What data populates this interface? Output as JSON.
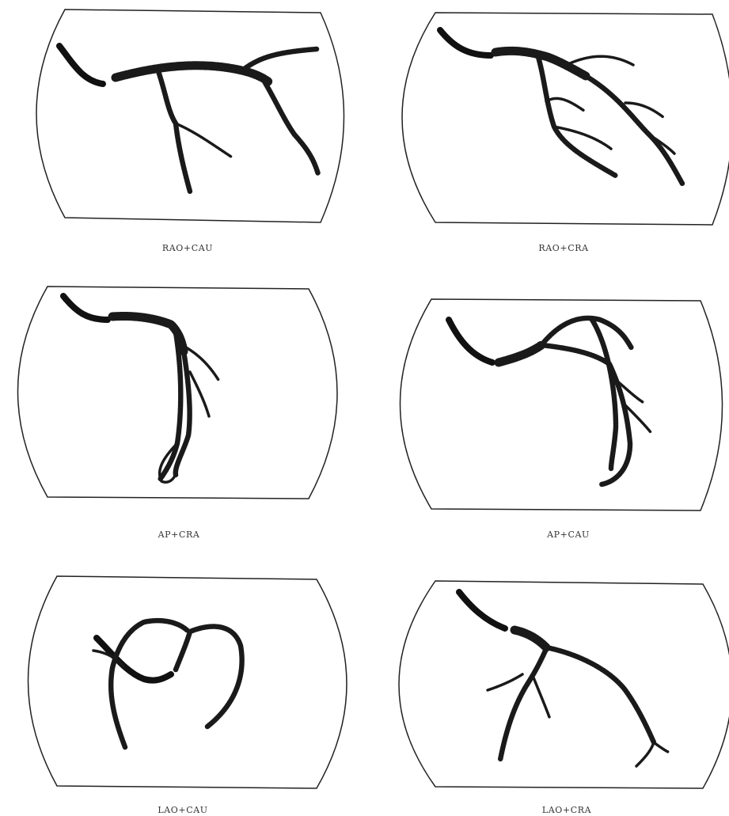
{
  "panels": [
    {
      "id": "rao-cau",
      "label": "RAO+CAU"
    },
    {
      "id": "rao-cra",
      "label": "RAO+CRA"
    },
    {
      "id": "ap-cra",
      "label": "AP+CRA"
    },
    {
      "id": "ap-cau",
      "label": "AP+CAU"
    },
    {
      "id": "lao-cau",
      "label": "LAO+CAU"
    },
    {
      "id": "lao-cra",
      "label": "LAO+CRA"
    }
  ],
  "colors": {
    "frame": "#222222",
    "vessel": "#1a1a1a",
    "catheter": "#111111",
    "background": "#ffffff"
  }
}
